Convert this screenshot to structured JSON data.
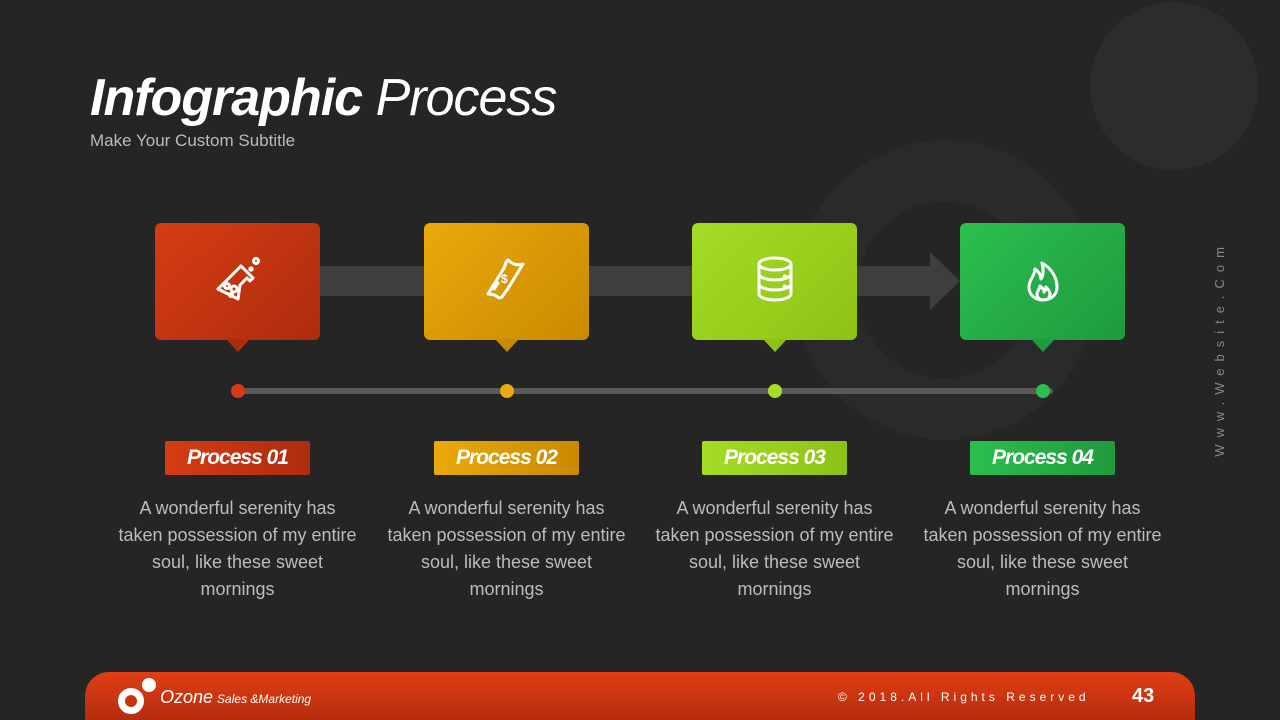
{
  "title": {
    "bold": "Infographic",
    "light": "Process"
  },
  "subtitle": "Make Your Custom Subtitle",
  "side_text": "Www.Website.Com",
  "steps": [
    {
      "label": "Process 01",
      "icon": "flask-icon",
      "color": "#d63c14",
      "desc": "A wonderful serenity has taken possession of my entire soul, like these sweet mornings"
    },
    {
      "label": "Process 02",
      "icon": "money-icon",
      "color": "#eaa90c",
      "desc": "A wonderful serenity has taken possession of my entire soul, like these sweet mornings"
    },
    {
      "label": "Process 03",
      "icon": "database-icon",
      "color": "#a6dc26",
      "desc": "A wonderful serenity has taken possession of my entire soul, like these sweet mornings"
    },
    {
      "label": "Process 04",
      "icon": "fire-icon",
      "color": "#2bbf4f",
      "desc": "A wonderful serenity has taken possession of my entire soul, like these sweet mornings"
    }
  ],
  "footer": {
    "brand": "Ozone",
    "tagline": "Sales &Marketing",
    "copyright": "© 2018.All Rights Reserved",
    "page": "43"
  }
}
